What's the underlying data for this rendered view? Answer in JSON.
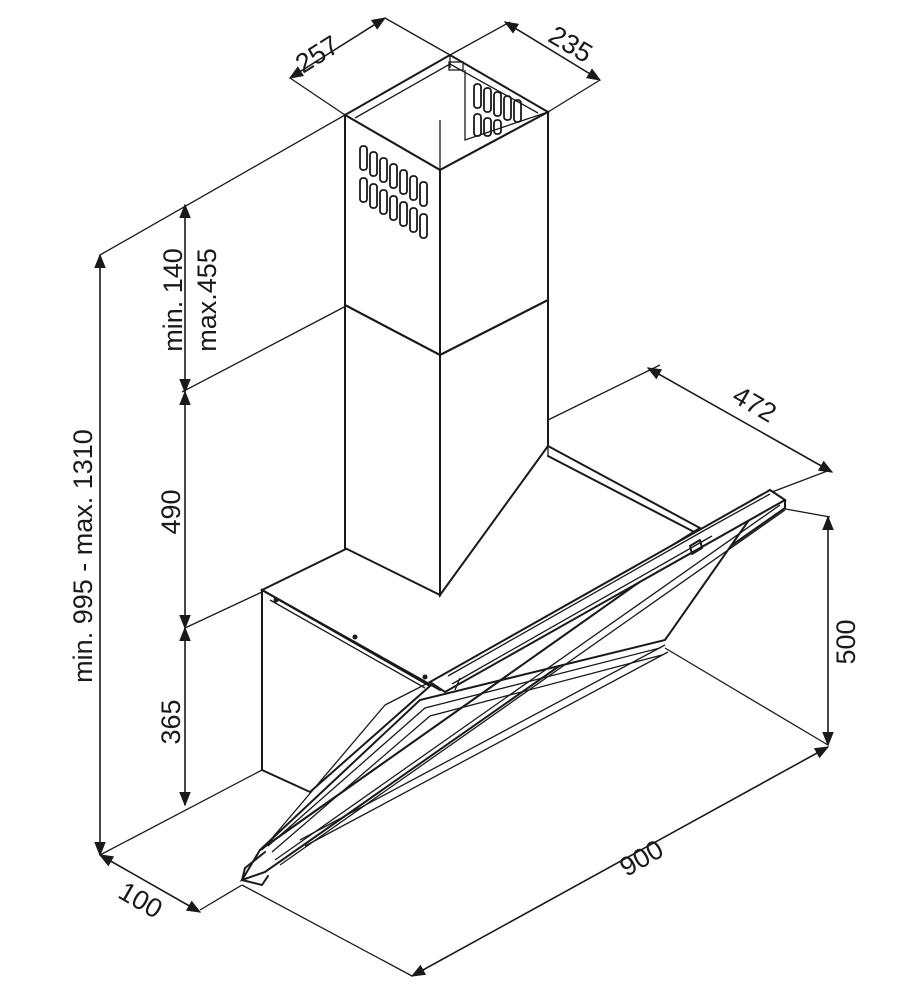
{
  "dimensions": {
    "chimney_width": "257",
    "chimney_depth": "235",
    "hood_depth": "472",
    "upper_chimney_min": "min. 140",
    "upper_chimney_max": "max.455",
    "lower_chimney": "490",
    "body_height": "365",
    "total_height": "min. 995 - max. 1310",
    "glass_height": "500",
    "hood_width": "900",
    "front_offset": "100"
  }
}
